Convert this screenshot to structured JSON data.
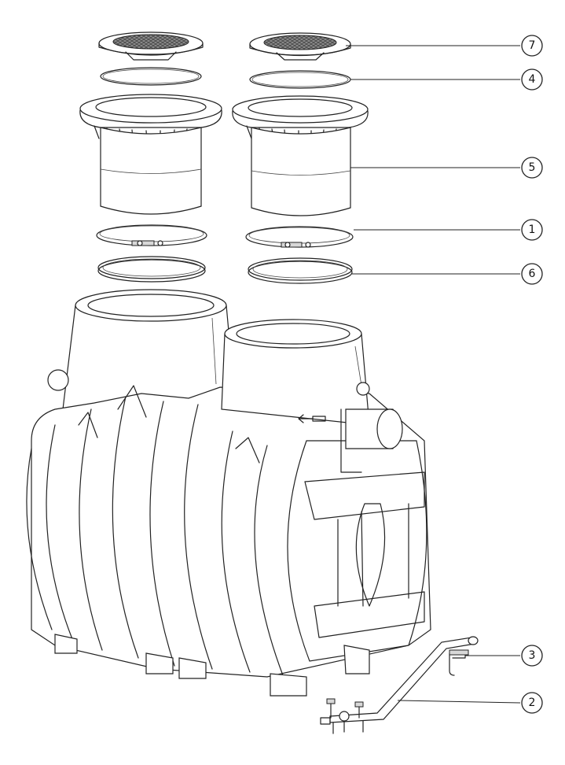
{
  "callouts": [
    {
      "id": "c7",
      "label": "7"
    },
    {
      "id": "c4",
      "label": "4"
    },
    {
      "id": "c5",
      "label": "5"
    },
    {
      "id": "c1",
      "label": "1"
    },
    {
      "id": "c6",
      "label": "6"
    },
    {
      "id": "c3",
      "label": "3"
    },
    {
      "id": "c2",
      "label": "2"
    }
  ]
}
